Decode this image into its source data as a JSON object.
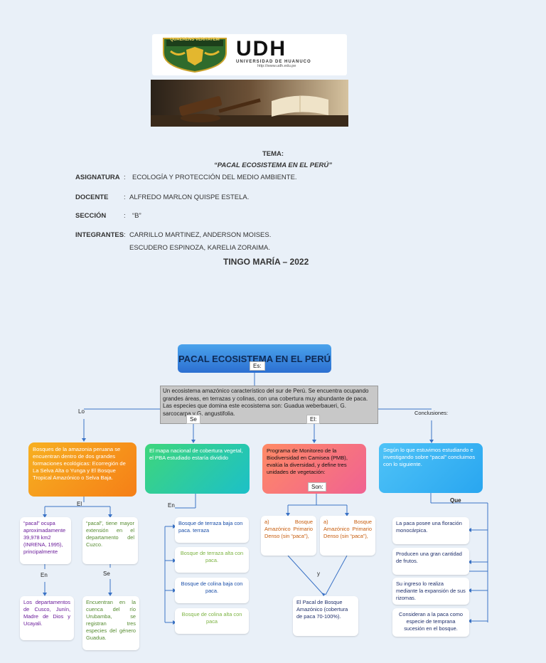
{
  "header": {
    "logo": {
      "shield_text": "QUAERENS VERITATEM",
      "brand": "UDH",
      "subtitle": "UNIVERSIDAD DE HUANUCO",
      "url": "http://www.udh.edu.pe"
    },
    "tema_label": "TEMA:",
    "tema_value": "“PACAL ECOSISTEMA EN EL PERÚ”",
    "rows": [
      {
        "label": "ASIGNATURA",
        "sep": ":",
        "value": "ECOLOGÍA Y PROTECCIÓN DEL MEDIO AMBIENTE."
      },
      {
        "label": "DOCENTE",
        "sep": ":",
        "value": "ALFREDO MARLON QUISPE ESTELA."
      },
      {
        "label": "SECCIÓN",
        "sep": ":",
        "value": "“B”"
      },
      {
        "label": "INTEGRANTES",
        "sep": ":",
        "value": "CARRILLO MARTINEZ, ANDERSON MOISES.",
        "value2": "ESCUDERO ESPINOZA, KARELIA ZORAIMA."
      }
    ],
    "footer": "TINGO MARÍA – 2022"
  },
  "map": {
    "title": "PACAL ECOSISTEMA EN EL PERÚ",
    "es": "Es:",
    "definition": "Un ecosistema amazónico característico del sur de Perú. Se encuentra ocupando grandes áreas, en terrazas y colinas, con una cobertura muy abundante de paca. Las especies que domina este ecosistema son: Guadua weberbaueri, G. sarcocarpa y G. angustifolia.",
    "connectors": {
      "lo": "Lo",
      "se": "Se",
      "el": "El:",
      "conclusiones": "Conclusiones:",
      "el2": "El",
      "en": "En",
      "son": "Son:",
      "que": "Que",
      "en2": "En",
      "se2": "Se",
      "y": "y"
    },
    "branch1": {
      "card": "Bosques de la amazonia peruana se encuentran dentro de dos grandes formaciones ecológicas: Ecorregión de La Selva Alta o Yunga y El Bosque Tropical Amazónico o Selva Baja.",
      "a": "“pacal” ocupa aproximadamente 39,978 km2 (INRENA, 1995), principalmente",
      "b": "“pacal”, tiene mayor extensión en el departamento del Cuzco.",
      "c": "Los departamentos de Cusco, Junín, Madre de Dios y Ucayali.",
      "d": "Encuentran en la cuenca del río Urubamba, se registran tres especies del género Guadua."
    },
    "branch2": {
      "card": "El mapa nacional de cobertura vegetal, el PBA estudiado estaría dividido",
      "items": [
        "Bosque de terraza baja con paca. terraza",
        "Bosque de terraza alta con paca.",
        "Bosque de colina baja con paca.",
        "Bosque de colina alta con paca"
      ]
    },
    "branch3": {
      "card": "Programa de Monitoreo de la Biodiversidad en Camisea (PMB), evalúa la diversidad, y define tres unidades de vegetación:",
      "a": "a) Bosque Amazónico Primario Denso (sin “paca”),",
      "b": "a) Bosque Amazónico Primario Denso (sin “paca”),",
      "c": "El Pacal de Bosque Amazónico (cobertura de paca 70-100%)."
    },
    "branch4": {
      "card": "Según lo que estuvimos estudiando e investigando sobre “pacal” concluimos con lo siguiente.",
      "items": [
        "La paca posee una floración monocárpica.",
        "Producen una gran cantidad de frutos.",
        "Su ingreso lo realiza mediante la expansión de sus rizomas.",
        "Consideran a la paca como especie de temprana sucesión en el bosque."
      ]
    }
  }
}
